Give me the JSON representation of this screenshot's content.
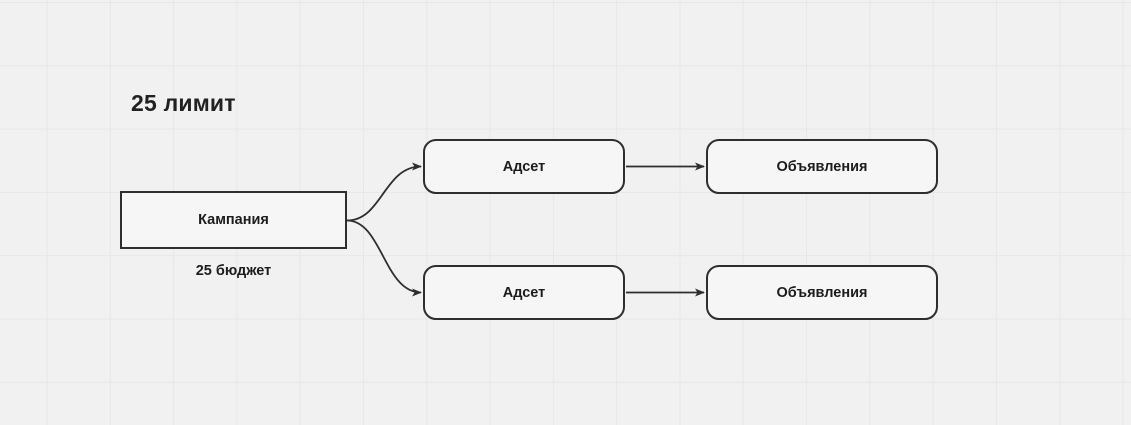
{
  "canvas": {
    "background_color": "#f1f1f1",
    "grid_line_color": "#e7e7e7"
  },
  "diagram": {
    "title": "25 лимит",
    "note": "25 бюджет",
    "stroke_color": "#2e2e2e",
    "node_fill_color": "#f5f6f5",
    "text_color": "#1c1c1c",
    "nodes": [
      {
        "id": "campaign",
        "label": "Кампания",
        "shape": "rectangle"
      },
      {
        "id": "adset-1",
        "label": "Адсет",
        "shape": "rounded-rectangle"
      },
      {
        "id": "ads-1",
        "label": "Объявления",
        "shape": "rounded-rectangle"
      },
      {
        "id": "adset-2",
        "label": "Адсет",
        "shape": "rounded-rectangle"
      },
      {
        "id": "ads-2",
        "label": "Объявления",
        "shape": "rounded-rectangle"
      }
    ],
    "edges": [
      {
        "from": "campaign",
        "to": "adset-1",
        "style": "curved-arrow"
      },
      {
        "from": "campaign",
        "to": "adset-2",
        "style": "curved-arrow"
      },
      {
        "from": "adset-1",
        "to": "ads-1",
        "style": "straight-arrow"
      },
      {
        "from": "adset-2",
        "to": "ads-2",
        "style": "straight-arrow"
      }
    ]
  }
}
